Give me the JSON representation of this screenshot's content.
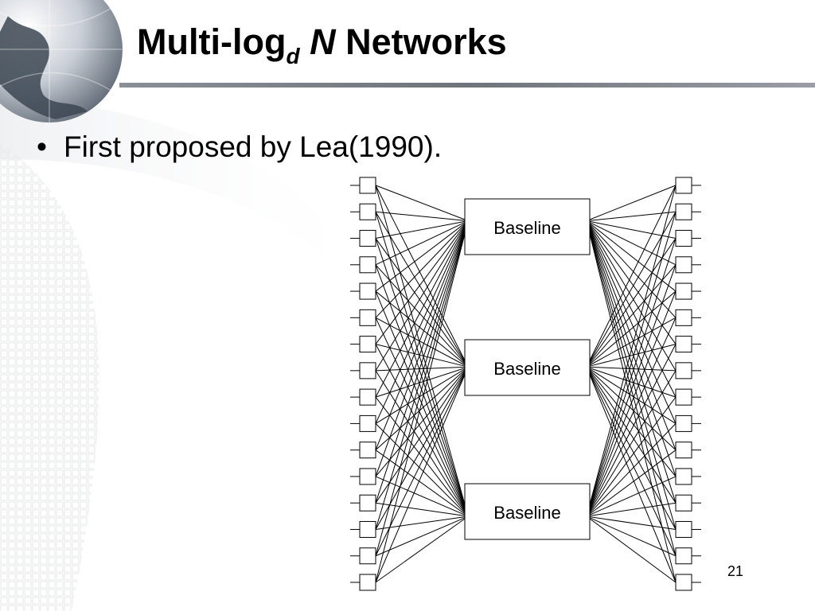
{
  "slide": {
    "title_pre": "Multi-log",
    "title_sub": "d",
    "title_var": "N",
    "title_post": "Networks",
    "bullet": "First proposed by Lea(1990).",
    "page_number": "21"
  },
  "diagram": {
    "input_count": 16,
    "output_count": 16,
    "planes": [
      {
        "label": "Baseline"
      },
      {
        "label": "Baseline"
      },
      {
        "label": "Baseline"
      }
    ]
  }
}
